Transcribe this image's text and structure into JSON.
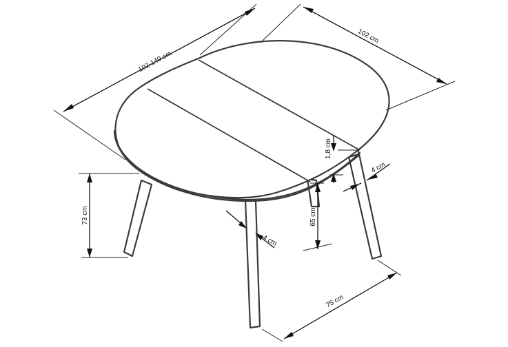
{
  "dimensions": {
    "length": "102-140 cm",
    "width": "102 cm",
    "top_thickness": "1,8 cm",
    "leg_width_right": "4 cm",
    "height": "73 cm",
    "leg_width_front": "4 cm",
    "leg_height": "65 cm",
    "leg_spread": "75 cm"
  },
  "colors": {
    "line": "#3a3a3a",
    "dimension": "#111111",
    "background": "#ffffff"
  }
}
